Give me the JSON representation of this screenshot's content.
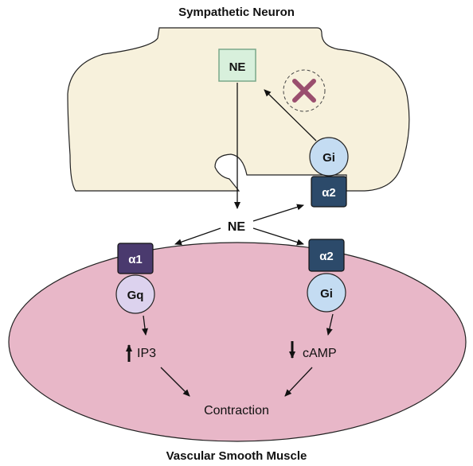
{
  "title_top": "Sympathetic Neuron",
  "title_bottom": "Vascular Smooth Muscle",
  "neuron": {
    "ne_vesicle_label": "NE",
    "inhibition_symbol": "×",
    "autoreceptor": {
      "g_protein": "Gi",
      "receptor": "α2"
    }
  },
  "synapse": {
    "ne_label": "NE"
  },
  "muscle": {
    "left_pathway": {
      "receptor": "α1",
      "g_protein": "Gq",
      "messenger": "IP3",
      "direction": "up"
    },
    "right_pathway": {
      "receptor": "α2",
      "g_protein": "Gi",
      "messenger": "cAMP",
      "direction": "down"
    },
    "outcome": "Contraction"
  },
  "colors": {
    "neuron_fill": "#f7f1dc",
    "muscle_fill": "#e8b7c8",
    "ne_box_fill": "#d8f0dc",
    "ne_box_stroke": "#7aa88a",
    "alpha1_fill": "#4a3a6e",
    "alpha2_fill": "#2c4a6a",
    "gq_fill": "#dcd2ee",
    "gi_fill": "#c4dcf2",
    "x_color": "#9a4e6e"
  }
}
